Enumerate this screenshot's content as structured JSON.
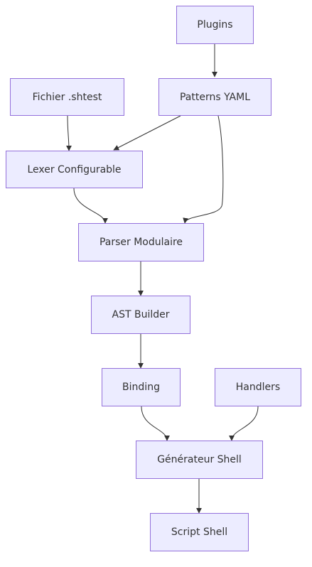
{
  "nodes": {
    "plugins": "Plugins",
    "fichier": "Fichier .shtest",
    "patterns": "Patterns YAML",
    "lexer": "Lexer Configurable",
    "parser": "Parser Modulaire",
    "ast": "AST Builder",
    "binding": "Binding",
    "handlers": "Handlers",
    "generateur": "Générateur Shell",
    "script": "Script Shell"
  },
  "edges": [
    {
      "from": "plugins",
      "to": "patterns"
    },
    {
      "from": "fichier",
      "to": "lexer"
    },
    {
      "from": "patterns",
      "to": "lexer"
    },
    {
      "from": "lexer",
      "to": "parser"
    },
    {
      "from": "patterns",
      "to": "parser"
    },
    {
      "from": "parser",
      "to": "ast"
    },
    {
      "from": "ast",
      "to": "binding"
    },
    {
      "from": "binding",
      "to": "generateur"
    },
    {
      "from": "handlers",
      "to": "generateur"
    },
    {
      "from": "generateur",
      "to": "script"
    }
  ],
  "colors": {
    "node_fill": "#ececff",
    "node_border": "#9370db",
    "text": "#333333",
    "edge": "#333333"
  }
}
